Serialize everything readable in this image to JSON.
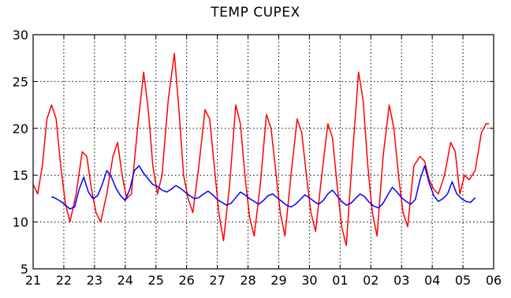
{
  "chart_data": {
    "type": "line",
    "title": "TEMP CUPEX",
    "xlabel": "",
    "ylabel": "",
    "xlim": [
      21,
      36
    ],
    "ylim": [
      5,
      30
    ],
    "grid": true,
    "x_tick_values": [
      21,
      22,
      23,
      24,
      25,
      26,
      27,
      28,
      29,
      30,
      31,
      32,
      33,
      34,
      35,
      36
    ],
    "x_tick_labels": [
      "21",
      "22",
      "23",
      "24",
      "25",
      "26",
      "27",
      "28",
      "29",
      "30",
      "01",
      "02",
      "03",
      "04",
      "05",
      "06"
    ],
    "y_ticks": [
      5,
      10,
      15,
      20,
      25,
      30
    ],
    "series": [
      {
        "color": "#ff0000",
        "x": [
          21.0,
          21.15,
          21.3,
          21.45,
          21.6,
          21.75,
          21.9,
          22.05,
          22.2,
          22.4,
          22.6,
          22.75,
          22.9,
          23.05,
          23.2,
          23.4,
          23.6,
          23.75,
          23.9,
          24.05,
          24.2,
          24.4,
          24.6,
          24.75,
          24.9,
          25.05,
          25.2,
          25.4,
          25.6,
          25.75,
          25.9,
          26.05,
          26.2,
          26.4,
          26.6,
          26.75,
          26.9,
          27.05,
          27.2,
          27.4,
          27.6,
          27.75,
          27.9,
          28.05,
          28.2,
          28.4,
          28.6,
          28.75,
          28.9,
          29.05,
          29.2,
          29.4,
          29.6,
          29.75,
          29.9,
          30.05,
          30.2,
          30.4,
          30.6,
          30.75,
          30.9,
          31.05,
          31.2,
          31.4,
          31.6,
          31.75,
          31.9,
          32.05,
          32.2,
          32.4,
          32.6,
          32.75,
          32.9,
          33.05,
          33.2,
          33.4,
          33.6,
          33.75,
          33.9,
          34.05,
          34.2,
          34.4,
          34.6,
          34.75,
          34.9,
          35.05,
          35.2,
          35.4,
          35.6,
          35.75,
          35.85
        ],
        "y": [
          14.0,
          13.0,
          16.0,
          21.0,
          22.5,
          21.0,
          16.0,
          12.0,
          10.0,
          13.0,
          17.5,
          17.0,
          13.5,
          11.0,
          10.0,
          13.0,
          17.0,
          18.5,
          15.0,
          12.5,
          13.0,
          20.0,
          26.0,
          22.0,
          16.0,
          13.0,
          15.0,
          23.0,
          28.0,
          22.0,
          15.0,
          12.5,
          11.0,
          16.0,
          22.0,
          21.0,
          16.0,
          11.0,
          8.0,
          14.0,
          22.5,
          20.5,
          15.0,
          10.5,
          8.5,
          14.0,
          21.5,
          20.0,
          15.5,
          11.0,
          8.5,
          15.0,
          21.0,
          19.5,
          15.0,
          11.0,
          9.0,
          15.0,
          20.5,
          19.0,
          14.0,
          9.5,
          7.5,
          17.0,
          26.0,
          23.0,
          16.0,
          11.0,
          8.5,
          17.0,
          22.5,
          20.0,
          15.0,
          11.0,
          9.5,
          16.0,
          17.0,
          16.5,
          14.5,
          13.5,
          13.0,
          15.0,
          18.5,
          17.5,
          13.0,
          15.0,
          14.5,
          15.5,
          19.5,
          20.5,
          20.5
        ]
      },
      {
        "color": "#0000ff",
        "x": [
          21.6,
          21.75,
          21.9,
          22.05,
          22.2,
          22.35,
          22.5,
          22.65,
          22.8,
          22.95,
          23.1,
          23.25,
          23.4,
          23.55,
          23.7,
          23.85,
          24.0,
          24.15,
          24.3,
          24.45,
          24.6,
          24.75,
          24.9,
          25.05,
          25.2,
          25.35,
          25.5,
          25.65,
          25.8,
          25.95,
          26.1,
          26.25,
          26.4,
          26.55,
          26.7,
          26.85,
          27.0,
          27.15,
          27.3,
          27.45,
          27.6,
          27.75,
          27.9,
          28.05,
          28.2,
          28.35,
          28.5,
          28.65,
          28.8,
          28.95,
          29.1,
          29.25,
          29.4,
          29.55,
          29.7,
          29.85,
          30.0,
          30.15,
          30.3,
          30.45,
          30.6,
          30.75,
          30.9,
          31.05,
          31.2,
          31.35,
          31.5,
          31.65,
          31.8,
          31.95,
          32.1,
          32.25,
          32.4,
          32.55,
          32.7,
          32.85,
          33.0,
          33.15,
          33.3,
          33.45,
          33.6,
          33.75,
          33.9,
          34.05,
          34.2,
          34.35,
          34.5,
          34.65,
          34.8,
          34.95,
          35.1,
          35.25,
          35.4
        ],
        "y": [
          12.7,
          12.5,
          12.2,
          11.8,
          11.4,
          11.6,
          13.5,
          14.8,
          13.2,
          12.5,
          12.8,
          14.0,
          15.5,
          14.8,
          13.6,
          12.8,
          12.3,
          13.5,
          15.5,
          16.0,
          15.2,
          14.6,
          14.0,
          13.8,
          13.4,
          13.2,
          13.5,
          13.9,
          13.6,
          13.2,
          12.8,
          12.5,
          12.6,
          13.0,
          13.3,
          12.9,
          12.4,
          12.1,
          11.8,
          12.0,
          12.6,
          13.2,
          12.9,
          12.5,
          12.2,
          11.9,
          12.3,
          12.8,
          13.0,
          12.6,
          12.2,
          11.8,
          11.6,
          11.9,
          12.4,
          12.9,
          12.6,
          12.2,
          11.9,
          12.3,
          13.0,
          13.4,
          12.8,
          12.2,
          11.8,
          12.0,
          12.5,
          13.0,
          12.7,
          12.1,
          11.7,
          11.5,
          12.0,
          12.9,
          13.7,
          13.2,
          12.6,
          12.2,
          11.9,
          12.4,
          14.5,
          16.0,
          14.2,
          12.8,
          12.2,
          12.5,
          13.0,
          14.3,
          13.0,
          12.5,
          12.2,
          12.1,
          12.6
        ]
      }
    ]
  }
}
